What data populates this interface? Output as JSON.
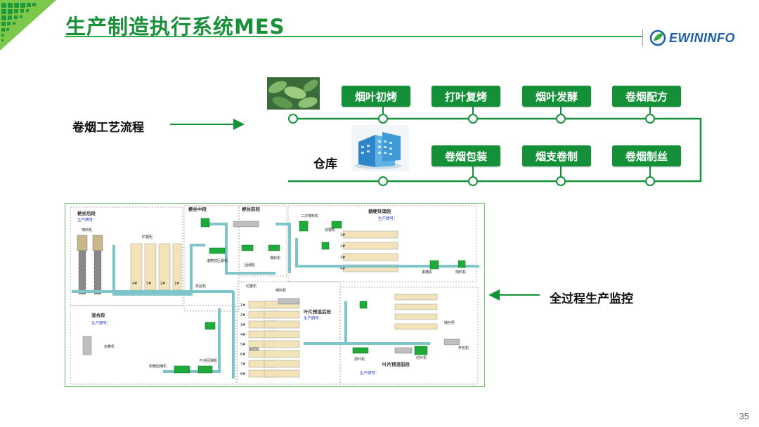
{
  "header": {
    "title": "生产制造执行系统MES",
    "logo_text": "EWININFO"
  },
  "process": {
    "label": "卷烟工艺流程",
    "top_row": [
      "烟叶初烤",
      "打叶复烤",
      "烟叶发酵",
      "卷烟配方"
    ],
    "bottom_row": [
      "卷烟包装",
      "烟支卷制",
      "卷烟制丝"
    ],
    "warehouse_label": "仓库"
  },
  "monitor": {
    "label": "全过程生产监控"
  },
  "schematic": {
    "sections": [
      "梗丝后段",
      "梗丝中段",
      "梗丝前段",
      "烟梗处理段",
      "混合段",
      "叶片预混后段",
      "叶片预混前段"
    ],
    "sub_label": "生产牌号：",
    "machines": [
      "喂料机",
      "贮梗柜",
      "滚筒式压梗机",
      "回潮机",
      "烘丝机",
      "加香机",
      "除杂机",
      "切梗机",
      "切片机",
      "振槽机",
      "掺配机",
      "储丝柜",
      "二次喂料机",
      "润叶机",
      "开包机",
      "松散回潮机",
      "叶丝回潮机"
    ],
    "bins": [
      "1#",
      "2#",
      "3#",
      "4#",
      "5#",
      "6#",
      "7#",
      "8#"
    ]
  },
  "colors": {
    "brand_green": "#149138",
    "title_green": "#1a8f3a",
    "logo_blue": "#1d5fa8"
  },
  "footer": {
    "page_number": "35"
  }
}
